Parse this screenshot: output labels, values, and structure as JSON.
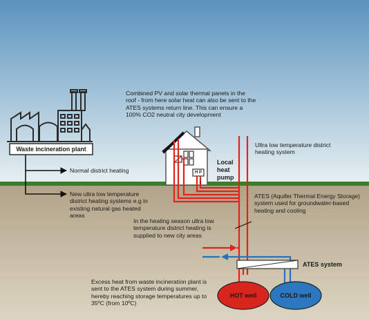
{
  "labels": {
    "plant_name": "Waste incineration plant",
    "normal_heating": "Normal district heating",
    "new_ultra_low": "New ultra low temperature district heating systems e.g in existing natural gas heated areas",
    "pv_panels": "Combined PV and solar thermal panels in the roof - from here solar heat can also be sent to the ATES systems return line. This can ensure a 100% CO2 neutral city development",
    "ultra_low_system": "Ultra low temperature district heating system",
    "local_heat_pump": "Local heat pump",
    "hp_badge": "H P",
    "ates_description": "ATES (Aquifer Thermal Energy Storage) system used for groundwater-based heating and cooling",
    "heating_season": "In the heating season ultra low temperature district heating is supplied to new city areas",
    "ates_system": "ATES system",
    "excess_heat": "Excess heat from waste incineration plant is sent to the ATES system during summer, hereby reaching storage temperatures up to 35ºC (from 10ºC)",
    "hot_well": "HOT well",
    "cold_well": "COLD well"
  },
  "colors": {
    "sky_top": "#5a93bd",
    "sky_bottom": "#e8f0f2",
    "grass": "#3b7d2a",
    "soil_top": "#b1a388",
    "soil_bottom": "#ddd5c2",
    "hot_pipe": "#e2231a",
    "cold_pipe": "#2a72b8",
    "hot_well": "#d8261e",
    "cold_well": "#2b78c0"
  }
}
